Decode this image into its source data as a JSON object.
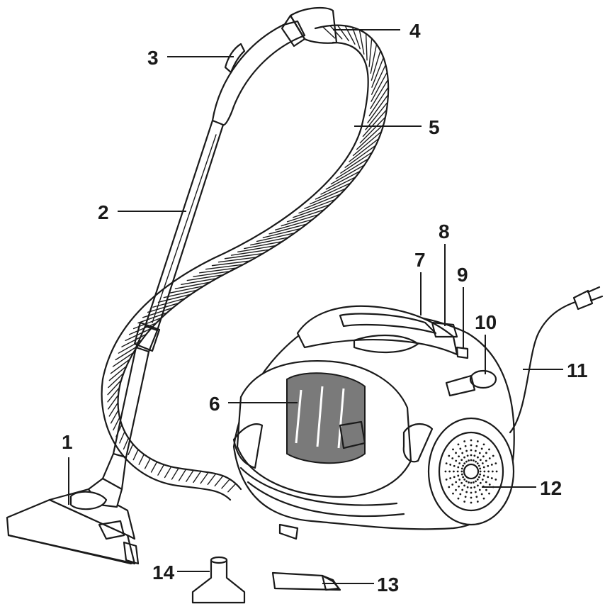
{
  "callouts": [
    {
      "id": "1",
      "label": "1"
    },
    {
      "id": "2",
      "label": "2"
    },
    {
      "id": "3",
      "label": "3"
    },
    {
      "id": "4",
      "label": "4"
    },
    {
      "id": "5",
      "label": "5"
    },
    {
      "id": "6",
      "label": "6"
    },
    {
      "id": "7",
      "label": "7"
    },
    {
      "id": "8",
      "label": "8"
    },
    {
      "id": "9",
      "label": "9"
    },
    {
      "id": "10",
      "label": "10"
    },
    {
      "id": "11",
      "label": "11"
    },
    {
      "id": "12",
      "label": "12"
    },
    {
      "id": "13",
      "label": "13"
    },
    {
      "id": "14",
      "label": "14"
    }
  ],
  "colors": {
    "line": "#1a1a1a",
    "dust_container": "#7a7a7a",
    "background": "#ffffff"
  }
}
